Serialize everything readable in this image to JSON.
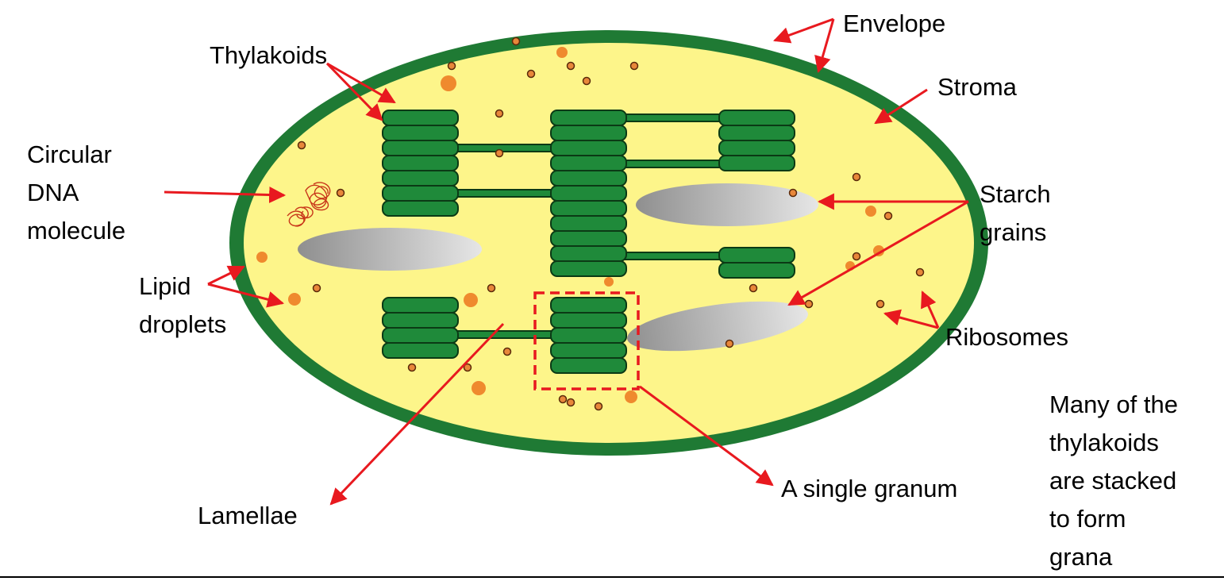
{
  "labels": {
    "envelope": "Envelope",
    "thylakoids": "Thylakoids",
    "stroma": "Stroma",
    "circular_dna": [
      "Circular",
      "DNA",
      "molecule"
    ],
    "starch_grains": [
      "Starch",
      "grains"
    ],
    "lipid_droplets": [
      "Lipid",
      "droplets"
    ],
    "ribosomes": "Ribosomes",
    "single_granum": "A single granum",
    "lamellae": "Lamellae"
  },
  "note": [
    "Many of the",
    "thylakoids",
    "are stacked",
    "to form",
    "grana"
  ],
  "colors": {
    "envelope": "#1f7a34",
    "stroma": "#fdf58a",
    "thylakoid": "#1f8a3a",
    "thylakoid_outline": "#0b3a15",
    "arrow": "#e8191f",
    "ribosome": "#e8873a",
    "lipid": "#ef8a2e",
    "starch_light": "#e2e2e2",
    "starch_dark": "#8f8f8f",
    "dna": "#c8361a"
  }
}
